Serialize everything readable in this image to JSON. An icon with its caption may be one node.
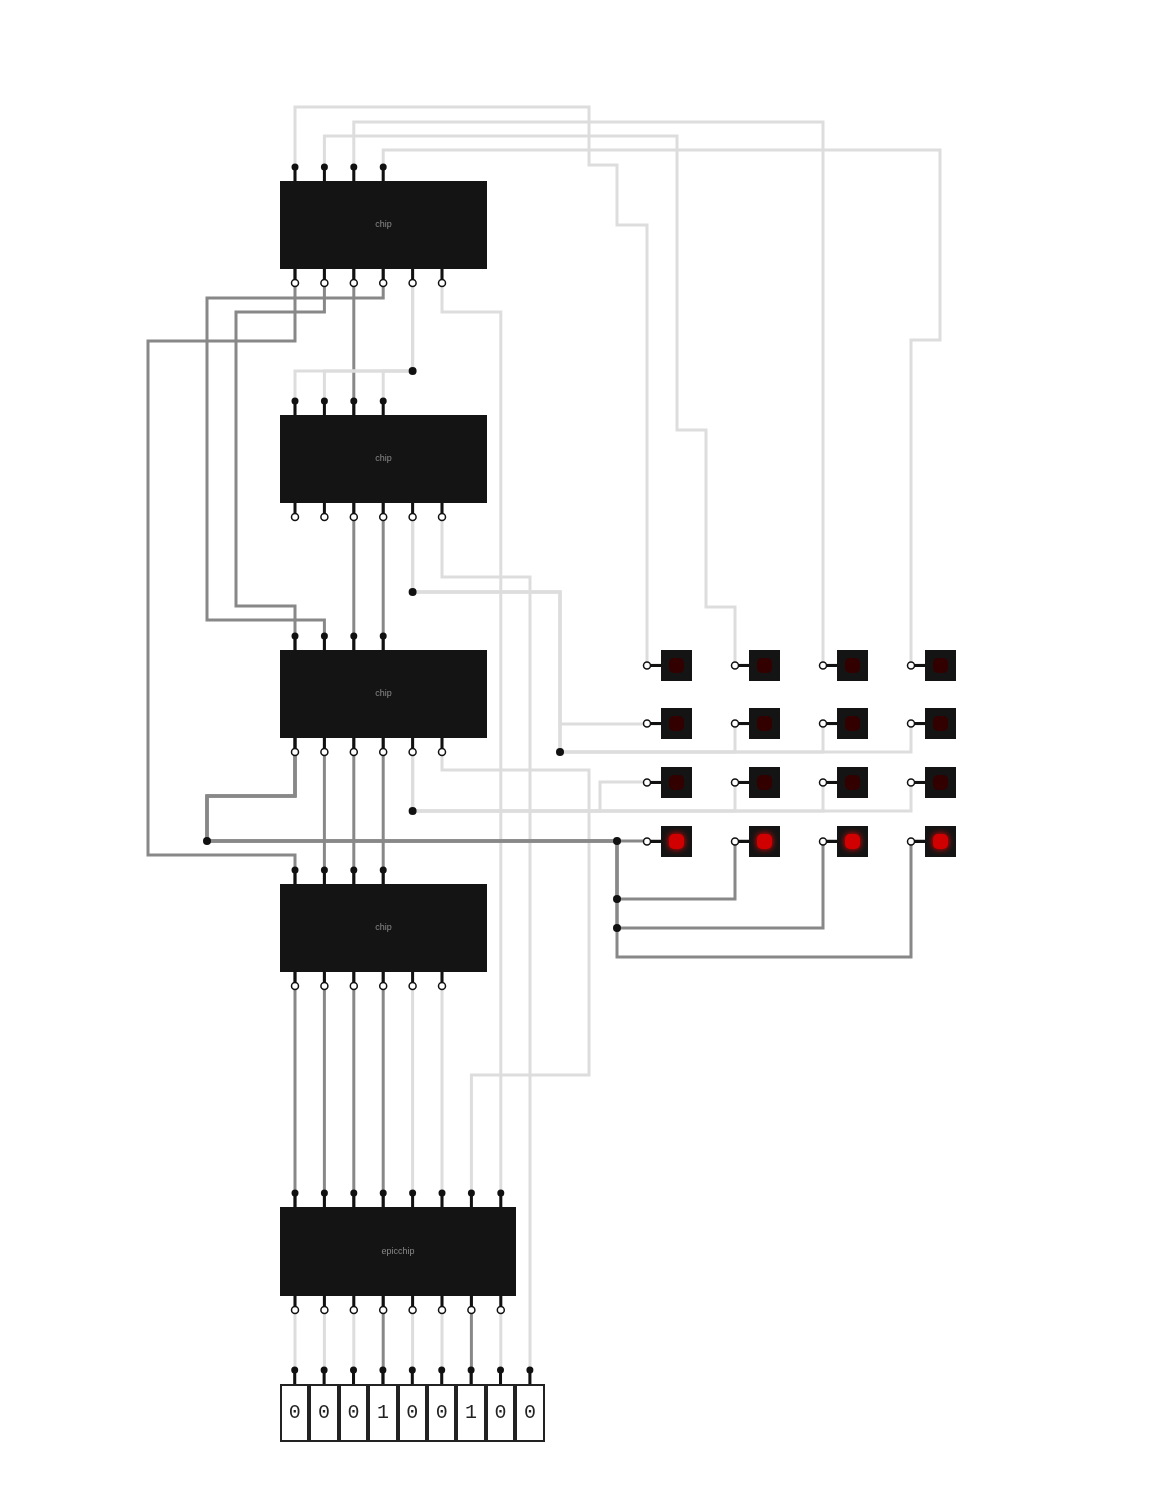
{
  "diagram": {
    "nodes": [
      {
        "text": [
          "chip"
        ]
      },
      {
        "text": [
          "chip"
        ]
      },
      {
        "text": [
          "chip"
        ]
      },
      {
        "text": [
          "chip"
        ]
      },
      {
        "text": [
          "epicchip"
        ]
      },
      {
        "text": [],
        "shape": "box"
      },
      {
        "text": [],
        "shape": "box"
      },
      {
        "text": [],
        "shape": "box"
      },
      {
        "text": [],
        "shape": "box"
      },
      {
        "text": [],
        "shape": "box"
      },
      {
        "text": [],
        "shape": "box"
      },
      {
        "text": [],
        "shape": "box"
      },
      {
        "text": [],
        "shape": "box"
      },
      {
        "text": [],
        "shape": "box"
      },
      {
        "text": [],
        "shape": "box"
      },
      {
        "text": [],
        "shape": "box"
      },
      {
        "text": [],
        "shape": "box"
      },
      {
        "text": [],
        "shape": "box"
      },
      {
        "text": [],
        "shape": "box"
      },
      {
        "text": [],
        "shape": "box"
      },
      {
        "text": [],
        "shape": "box"
      },
      {
        "text": [
          "0"
        ]
      },
      {
        "text": [
          "0"
        ]
      },
      {
        "text": [
          "0"
        ]
      },
      {
        "text": [
          "1"
        ]
      },
      {
        "text": [
          "0"
        ]
      },
      {
        "text": [
          "0"
        ]
      },
      {
        "text": [
          "1"
        ]
      },
      {
        "text": [
          "0"
        ]
      },
      {
        "text": [
          "0"
        ]
      }
    ],
    "edges": [
      {
        "from": 21,
        "to": 4,
        "arrow": "none"
      },
      {
        "from": 22,
        "to": 4,
        "arrow": "none"
      },
      {
        "from": 23,
        "to": 4,
        "arrow": "none"
      },
      {
        "from": 24,
        "to": 4,
        "arrow": "none",
        "color": "#888888"
      },
      {
        "from": 25,
        "to": 4,
        "arrow": "none"
      },
      {
        "from": 26,
        "to": 4,
        "arrow": "none"
      },
      {
        "from": 27,
        "to": 4,
        "arrow": "none",
        "color": "#888888"
      },
      {
        "from": 28,
        "to": 4,
        "arrow": "none"
      },
      {
        "from": 29,
        "to": 1,
        "arrow": "none"
      },
      {
        "from": 3,
        "to": 4,
        "arrow": "none",
        "color": "#888888"
      },
      {
        "from": 3,
        "to": 4,
        "arrow": "none",
        "color": "#888888"
      },
      {
        "from": 3,
        "to": 4,
        "arrow": "none",
        "color": "#888888"
      },
      {
        "from": 3,
        "to": 4,
        "arrow": "none",
        "color": "#888888"
      },
      {
        "from": 3,
        "to": 4,
        "arrow": "none"
      },
      {
        "from": 3,
        "to": 4,
        "arrow": "none"
      },
      {
        "from": 2,
        "to": 4,
        "arrow": "none"
      },
      {
        "from": 0,
        "to": 4,
        "arrow": "none"
      },
      {
        "from": 0,
        "to": 5,
        "arrow": "none"
      },
      {
        "from": 0,
        "to": 6,
        "arrow": "none"
      },
      {
        "from": 0,
        "to": 7,
        "arrow": "none"
      },
      {
        "from": 0,
        "to": 8,
        "arrow": "none"
      },
      {
        "from": 0,
        "to": 1,
        "arrow": "none",
        "color": "#888888"
      },
      {
        "from": 0,
        "to": 1,
        "arrow": "none"
      },
      {
        "from": 0,
        "to": 1,
        "arrow": "none"
      },
      {
        "from": 0,
        "to": 1,
        "arrow": "none"
      },
      {
        "from": 0,
        "to": 3,
        "arrow": "none",
        "color": "#888888"
      },
      {
        "from": 0,
        "to": 2,
        "arrow": "none",
        "color": "#888888"
      },
      {
        "from": 0,
        "to": 2,
        "arrow": "none",
        "color": "#888888"
      },
      {
        "from": 1,
        "to": 2,
        "arrow": "none",
        "color": "#888888"
      },
      {
        "from": 1,
        "to": 2,
        "arrow": "none",
        "color": "#888888"
      },
      {
        "from": 1,
        "to": 9,
        "arrow": "none"
      },
      {
        "from": 1,
        "to": 10,
        "arrow": "none"
      },
      {
        "from": 1,
        "to": 11,
        "arrow": "none"
      },
      {
        "from": 1,
        "to": 12,
        "arrow": "none"
      },
      {
        "from": 2,
        "to": 13,
        "arrow": "none"
      },
      {
        "from": 2,
        "to": 14,
        "arrow": "none"
      },
      {
        "from": 2,
        "to": 15,
        "arrow": "none"
      },
      {
        "from": 2,
        "to": 16,
        "arrow": "none"
      },
      {
        "from": 2,
        "to": 17,
        "arrow": "none",
        "color": "#888888"
      },
      {
        "from": 2,
        "to": 18,
        "arrow": "none",
        "color": "#888888"
      },
      {
        "from": 2,
        "to": 19,
        "arrow": "none",
        "color": "#888888"
      },
      {
        "from": 2,
        "to": 20,
        "arrow": "none",
        "color": "#888888"
      },
      {
        "from": 2,
        "to": 3,
        "arrow": "none",
        "color": "#888888"
      },
      {
        "from": 2,
        "to": 3,
        "arrow": "none",
        "color": "#888888"
      },
      {
        "from": 2,
        "to": 3,
        "arrow": "none",
        "color": "#888888"
      }
    ]
  }
}
